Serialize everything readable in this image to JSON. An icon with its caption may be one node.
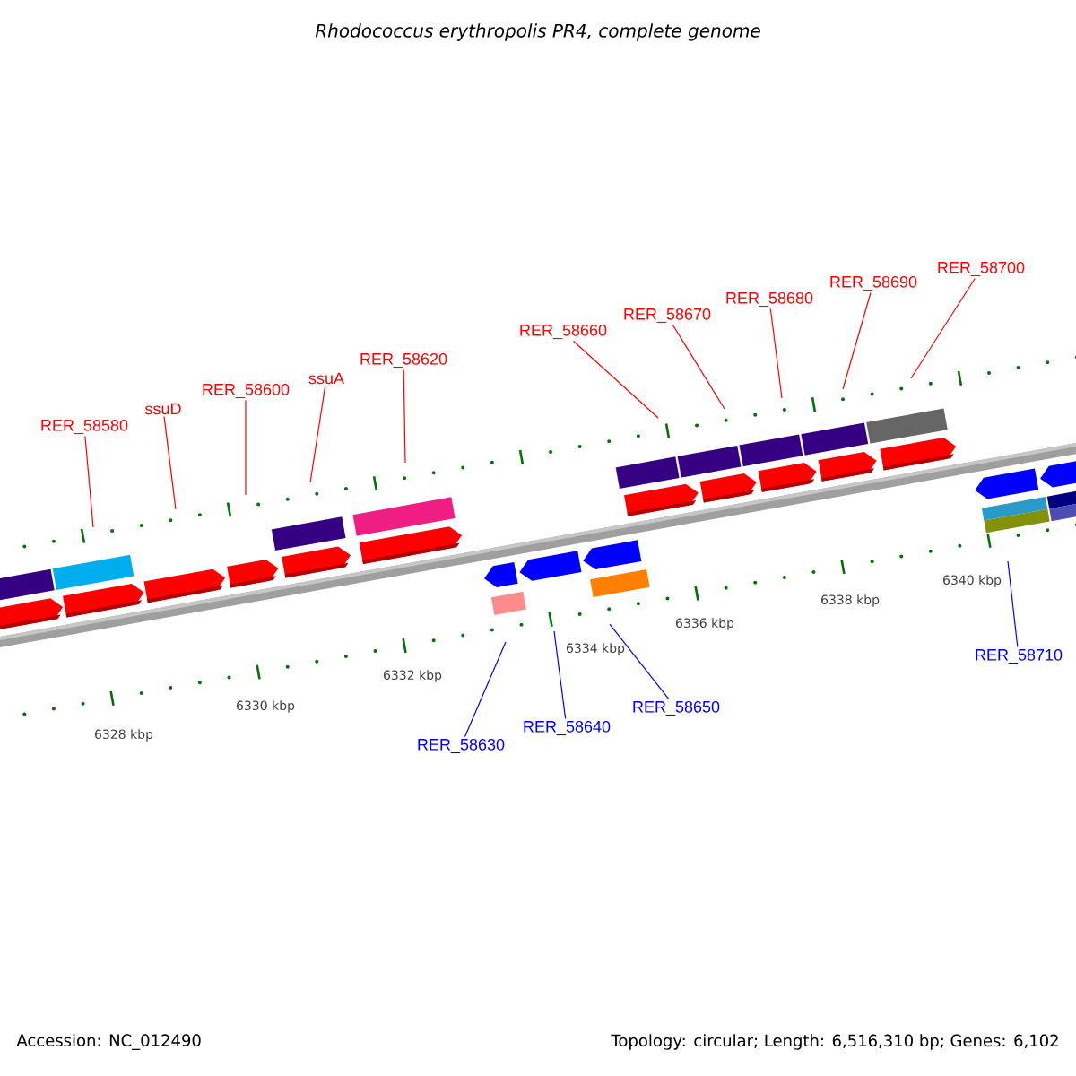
{
  "diagram": {
    "title": "Rhodococcus erythropolis PR4, complete genome",
    "nodes": [
      {
        "text": [
          "RER_58580"
        ]
      },
      {
        "text": [
          "ssuD"
        ]
      },
      {
        "text": [
          "RER_58600"
        ]
      },
      {
        "text": [
          "ssuA"
        ]
      },
      {
        "text": [
          "RER_58620"
        ]
      },
      {
        "text": [
          "RER_58630"
        ]
      },
      {
        "text": [
          "RER_58640"
        ]
      },
      {
        "text": [
          "RER_58650"
        ]
      },
      {
        "text": [
          "RER_58660"
        ]
      },
      {
        "text": [
          "RER_58670"
        ]
      },
      {
        "text": [
          "RER_58680"
        ]
      },
      {
        "text": [
          "RER_58690"
        ]
      },
      {
        "text": [
          "RER_58700"
        ]
      },
      {
        "text": [
          "RER_58710"
        ]
      }
    ],
    "edges": [
      {
        "from": 0,
        "to": null,
        "arrow": "none"
      },
      {
        "from": 1,
        "to": null,
        "arrow": "none"
      },
      {
        "from": 2,
        "to": null,
        "arrow": "none"
      },
      {
        "from": 3,
        "to": null,
        "arrow": "none"
      },
      {
        "from": 4,
        "to": null,
        "arrow": "none"
      },
      {
        "from": 5,
        "to": null,
        "arrow": "none",
        "color": "#0000ff"
      },
      {
        "from": 6,
        "to": null,
        "arrow": "none",
        "color": "#0000ff"
      },
      {
        "from": 7,
        "to": null,
        "arrow": "none",
        "color": "#0000ff"
      },
      {
        "from": 8,
        "to": null,
        "arrow": "none"
      },
      {
        "from": 9,
        "to": null,
        "arrow": "none"
      },
      {
        "from": 10,
        "to": null,
        "arrow": "none"
      },
      {
        "from": 11,
        "to": null,
        "arrow": "none"
      },
      {
        "from": 12,
        "to": null,
        "arrow": "none"
      },
      {
        "from": 13,
        "to": null,
        "arrow": "none",
        "color": "#0000ff"
      }
    ],
    "labels": [
      "6328 kbp",
      "6330 kbp",
      "6332 kbp",
      "6334 kbp",
      "6336 kbp",
      "6338 kbp",
      "6340 kbp",
      "Accession: NC_012490",
      "Topology: circular; Length: 6,516,310 bp; Genes: 6,102"
    ]
  }
}
